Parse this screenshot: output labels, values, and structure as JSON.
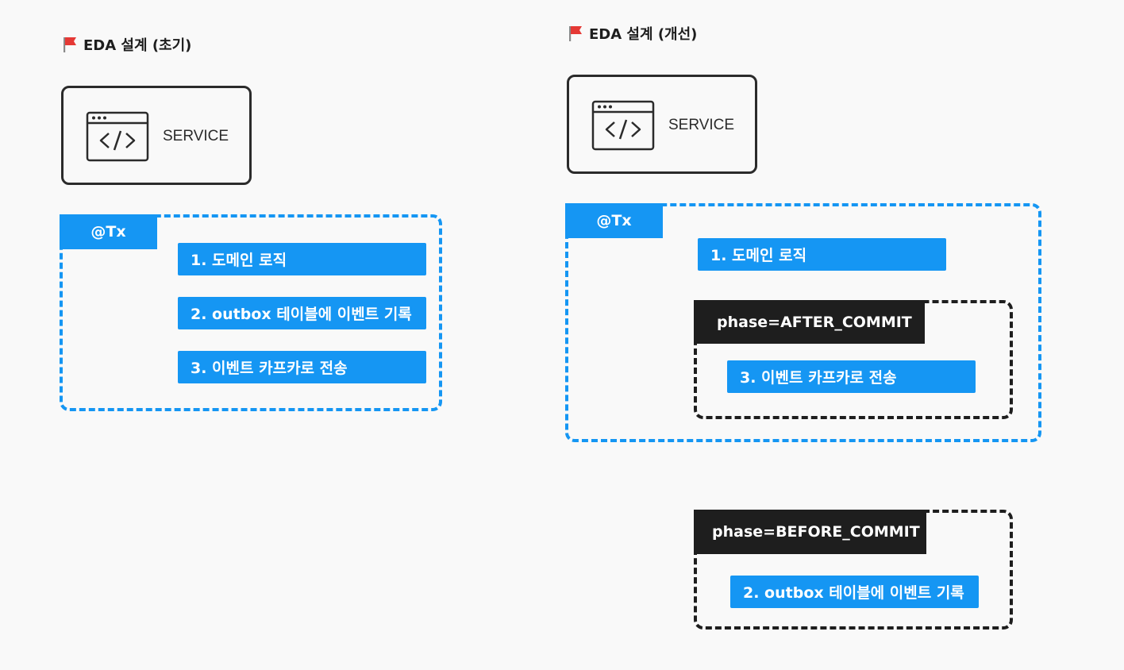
{
  "left": {
    "title": "EDA 설계 (초기)",
    "service_label": "SERVICE",
    "tx_label": "@Tx",
    "steps": [
      "1. 도메인 로직",
      "2. outbox 테이블에 이벤트 기록",
      "3. 이벤트 카프카로 전송"
    ]
  },
  "right": {
    "title": "EDA 설계 (개선)",
    "service_label": "SERVICE",
    "tx_label": "@Tx",
    "step_domain": "1. 도메인 로직",
    "after_commit": {
      "phase_label": "phase=AFTER_COMMIT",
      "step": "3. 이벤트 카프카로 전송"
    },
    "before_commit": {
      "phase_label": "phase=BEFORE_COMMIT",
      "step": "2. outbox 테이블에 이벤트 기록"
    }
  },
  "icons": {
    "flag": "red-flag-icon",
    "service": "code-window-icon"
  },
  "colors": {
    "transaction_blue": "#1596f3",
    "phase_black": "#1e1e1e",
    "flag_red": "#e53935"
  }
}
